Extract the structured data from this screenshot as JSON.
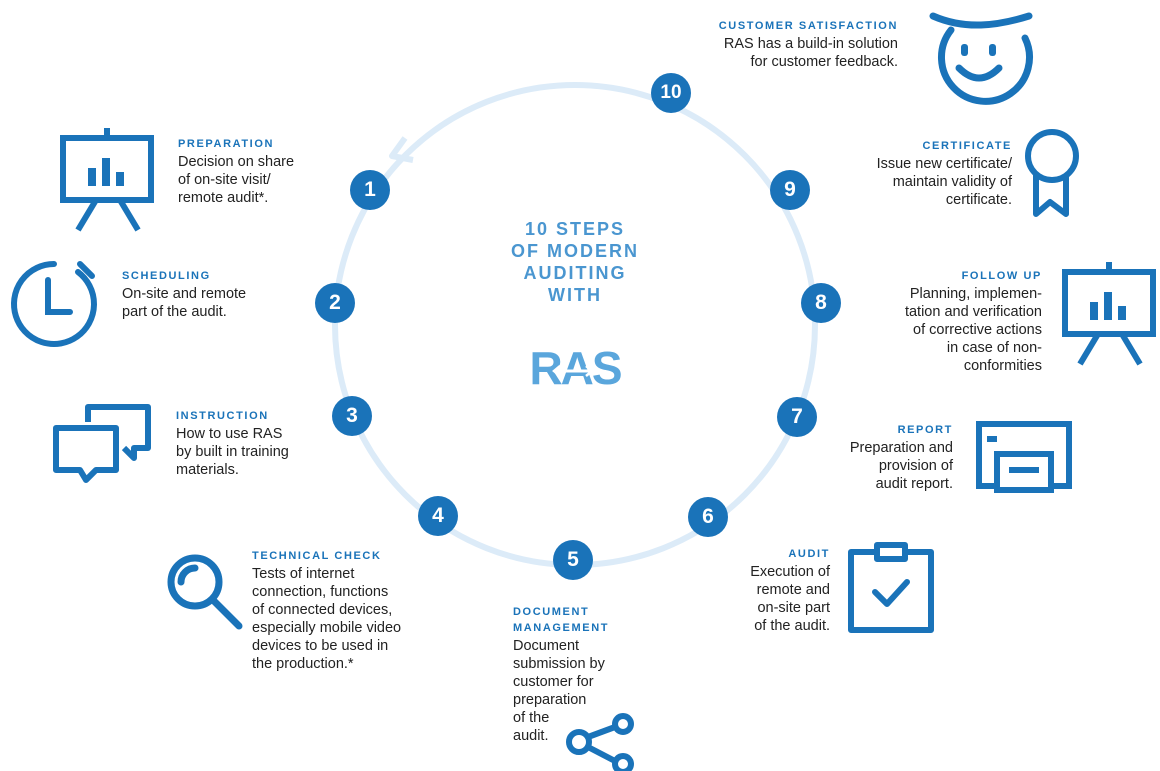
{
  "title": [
    "10 STEPS",
    "OF MODERN",
    "AUDITING",
    "WITH"
  ],
  "logo_text": "RAS",
  "colors": {
    "accent": "#1a73b9",
    "ring": "#dcebf8",
    "title": "#4a96d0"
  },
  "steps": [
    {
      "num": "1",
      "heading": "PREPARATION",
      "body": "Decision on share\nof on-site visit/\nremote audit*.",
      "icon": "presentation-board-icon"
    },
    {
      "num": "2",
      "heading": "SCHEDULING",
      "body": "On-site and remote\npart of the audit.",
      "icon": "stopwatch-icon"
    },
    {
      "num": "3",
      "heading": "INSTRUCTION",
      "body": "How to use RAS\nby built in training\nmaterials.",
      "icon": "chat-bubbles-icon"
    },
    {
      "num": "4",
      "heading": "TECHNICAL CHECK",
      "body": "Tests of internet\nconnection, functions\nof connected devices,\nespecially mobile video\ndevices to be used in\nthe production.*",
      "icon": "magnifier-icon"
    },
    {
      "num": "5",
      "heading": "DOCUMENT\nMANAGEMENT",
      "body": "Document\nsubmission by\ncustomer for\npreparation\nof the\naudit.",
      "icon": "share-icon"
    },
    {
      "num": "6",
      "heading": "AUDIT",
      "body": "Execution of\nremote and\non-site part\nof the audit.",
      "icon": "clipboard-check-icon"
    },
    {
      "num": "7",
      "heading": "REPORT",
      "body": "Preparation and\nprovision of\naudit report.",
      "icon": "printer-icon"
    },
    {
      "num": "8",
      "heading": "FOLLOW UP",
      "body": "Planning, implemen-\ntation and verification\nof corrective actions\nin case of non-\nconformities",
      "icon": "presentation-board-icon"
    },
    {
      "num": "9",
      "heading": "CERTIFICATE",
      "body": "Issue new certificate/\nmaintain validity of\ncertificate.",
      "icon": "award-ribbon-icon"
    },
    {
      "num": "10",
      "heading": "CUSTOMER SATISFACTION",
      "body": "RAS has a build-in solution\nfor customer feedback.",
      "icon": "smiley-icon"
    }
  ]
}
